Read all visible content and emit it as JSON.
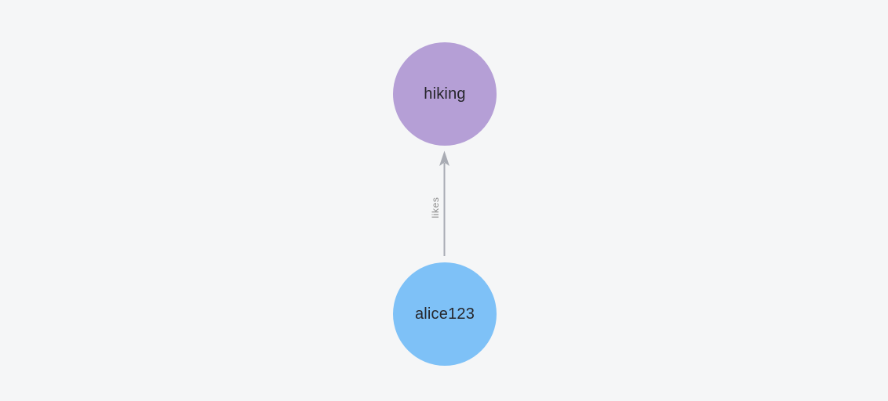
{
  "canvas": {
    "background_color": "#f5f6f7"
  },
  "graph": {
    "nodes": [
      {
        "id": "hiking",
        "label": "hiking",
        "fill_color": "#b59fd6",
        "label_color": "#26262b",
        "shape": "circle"
      },
      {
        "id": "alice123",
        "label": "alice123",
        "fill_color": "#7ec1f7",
        "label_color": "#26262b",
        "shape": "circle"
      }
    ],
    "edges": [
      {
        "from": "alice123",
        "to": "hiking",
        "label": "likes",
        "directed": true,
        "line_color": "#a9acb4",
        "label_color": "#8d8d8d"
      }
    ]
  }
}
